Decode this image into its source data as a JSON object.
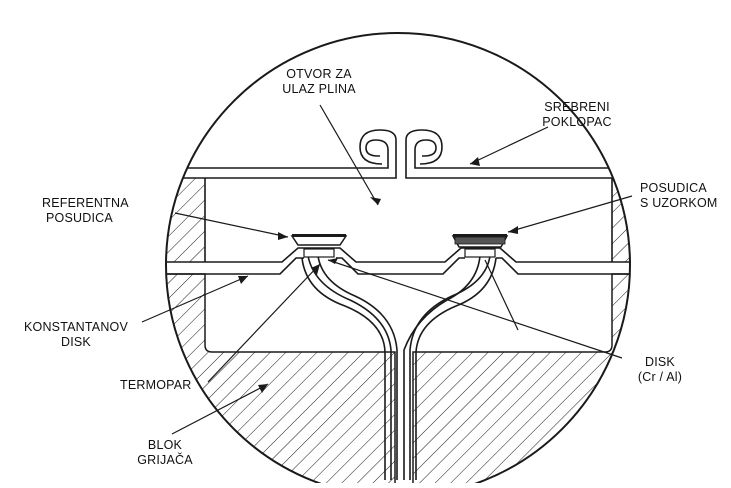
{
  "labels": {
    "gas_inlet": [
      "OTVOR ZA",
      "ULAZ PLINA"
    ],
    "silver_lid": [
      "SREBRENI",
      "POKLOPAC"
    ],
    "reference_pan": [
      "REFERENTNA",
      "POSUDICA"
    ],
    "sample_pan": [
      "POSUDICA",
      "S UZORKOM"
    ],
    "constantan_disk": [
      "KONSTANTANOV",
      "DISK"
    ],
    "chromel_alumel_disk": [
      "DISK",
      "(Cr / Al)"
    ],
    "thermocouple": "TERMOPAR",
    "heating_block": [
      "BLOK",
      "GRIJAČA"
    ]
  },
  "colors": {
    "line": "#1a1a1a",
    "background": "#ffffff",
    "hatch": "#1a1a1a"
  }
}
